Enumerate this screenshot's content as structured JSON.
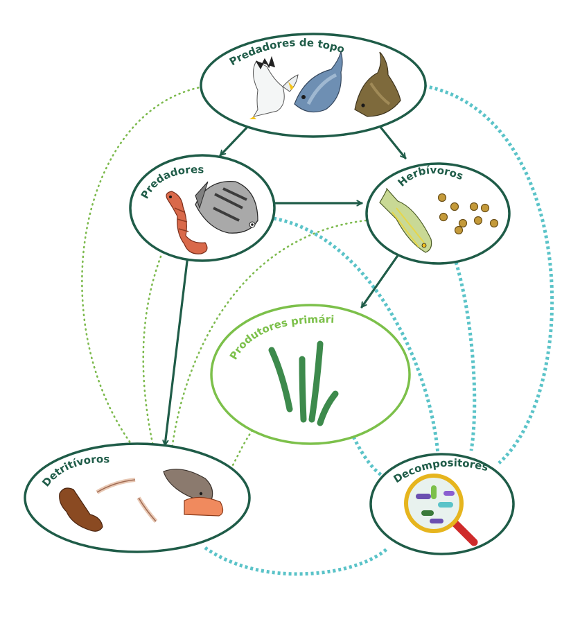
{
  "diagram": {
    "colors": {
      "dark_green": "#1f5c48",
      "light_green": "#7cc04a",
      "teal": "#5ac3c8",
      "dotted_green": "#7dba4e"
    },
    "nodes": {
      "top_predators": {
        "label": "Predadores de topo",
        "organisms": [
          "seagull",
          "blue-fish",
          "brown-fish"
        ]
      },
      "predators": {
        "label": "Predadores",
        "organisms": [
          "seahorse",
          "grey-fish"
        ]
      },
      "herbivores": {
        "label": "Herbívoros",
        "organisms": [
          "striped-fish",
          "snails"
        ]
      },
      "primary_producers": {
        "label": "Produtores primários",
        "organisms": [
          "seagrass"
        ]
      },
      "detritivores": {
        "label": "Detritívoros",
        "organisms": [
          "sea-cucumber",
          "shrimp",
          "hermit-crab"
        ]
      },
      "decomposers": {
        "label": "Decompositores",
        "organisms": [
          "bacteria-magnifier"
        ]
      }
    },
    "arrows": [
      {
        "from": "Predadores de topo",
        "to": "Predadores"
      },
      {
        "from": "Predadores de topo",
        "to": "Herbívoros"
      },
      {
        "from": "Predadores",
        "to": "Herbívoros"
      },
      {
        "from": "Predadores",
        "to": "Detritívoros"
      },
      {
        "from": "Herbívoros",
        "to": "Produtores primários"
      }
    ]
  }
}
